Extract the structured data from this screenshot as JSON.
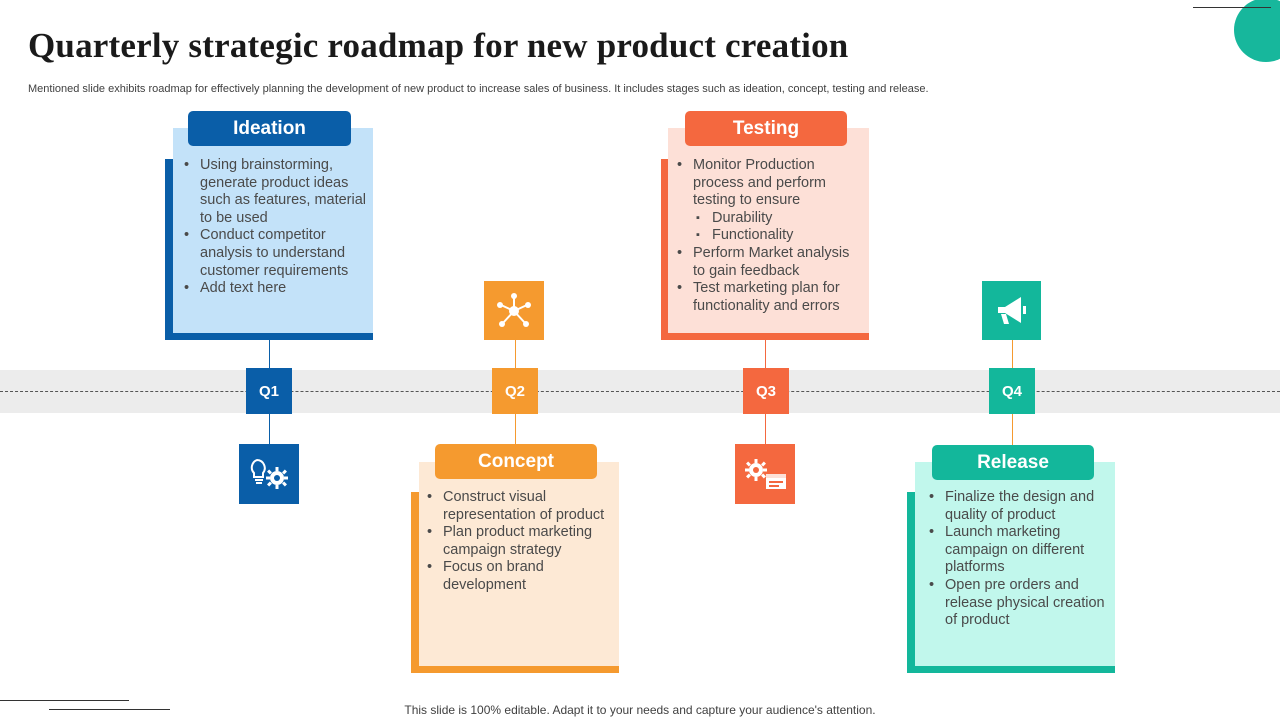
{
  "slide": {
    "title": "Quarterly strategic roadmap for new product creation",
    "subtitle": "Mentioned slide exhibits roadmap for effectively  planning the development of new product to increase sales of business. It includes stages such as ideation, concept, testing and release.",
    "footer": "This slide is 100% editable. Adapt it to your needs and capture your audience's attention."
  },
  "colors": {
    "ideation": "#0a5ea8",
    "ideation_bg": "#c3e2f9",
    "concept": "#f59a2f",
    "concept_bg": "#fde9d5",
    "testing": "#f4683f",
    "testing_bg": "#fde0d7",
    "release": "#13b79b",
    "release_bg": "#c1f7ec"
  },
  "quarters": [
    {
      "label": "Q1",
      "icon": "lightbulb-gear-icon"
    },
    {
      "label": "Q2",
      "icon": "network-nodes-icon"
    },
    {
      "label": "Q3",
      "icon": "gear-window-icon"
    },
    {
      "label": "Q4",
      "icon": "megaphone-icon"
    }
  ],
  "stages": {
    "ideation": {
      "title": "Ideation",
      "items": [
        "Using brainstorming, generate product ideas such as features, material to be used",
        "Conduct competitor analysis to understand customer requirements",
        "Add text here"
      ]
    },
    "concept": {
      "title": "Concept",
      "items": [
        "Construct visual representation of product",
        "Plan product marketing campaign strategy",
        "Focus on brand development"
      ]
    },
    "testing": {
      "title": "Testing",
      "items": [
        "Monitor Production process and perform testing to ensure",
        "Durability",
        "Functionality",
        "Perform Market analysis to gain feedback",
        "Test marketing plan for functionality and errors"
      ]
    },
    "release": {
      "title": "Release",
      "items": [
        "Finalize the design and quality of product",
        "Launch marketing campaign on different platforms",
        "Open pre orders and release physical creation of product"
      ]
    }
  }
}
